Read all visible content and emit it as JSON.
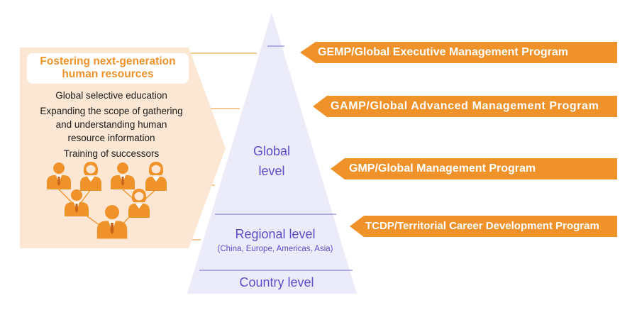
{
  "left_panel": {
    "title_line1": "Fostering next-generation",
    "title_line2": "human resources",
    "items": [
      "Global selective education",
      "Expanding the scope of gathering",
      "and understanding human",
      "resource information",
      "Training of successors"
    ]
  },
  "pyramid": {
    "global_line1": "Global",
    "global_line2": "level",
    "regional": "Regional level",
    "regional_sub": "(China, Europe, Americas, Asia)",
    "country": "Country level"
  },
  "programs": [
    {
      "label": "GEMP/Global Executive Management Program"
    },
    {
      "label": "GAMP/Global Advanced Management Program"
    },
    {
      "label": "GMP/Global Management Program"
    },
    {
      "label": "TCDP/Territorial Career Development Program"
    }
  ],
  "colors": {
    "orange": "#f0922a",
    "panel_bg": "#fbe7d3",
    "pyramid_fill": "#ebebfa",
    "pyramid_line": "#8a86d6",
    "pyramid_text": "#5a4fc8"
  },
  "icons": [
    "person-male-icon",
    "person-female-icon"
  ]
}
